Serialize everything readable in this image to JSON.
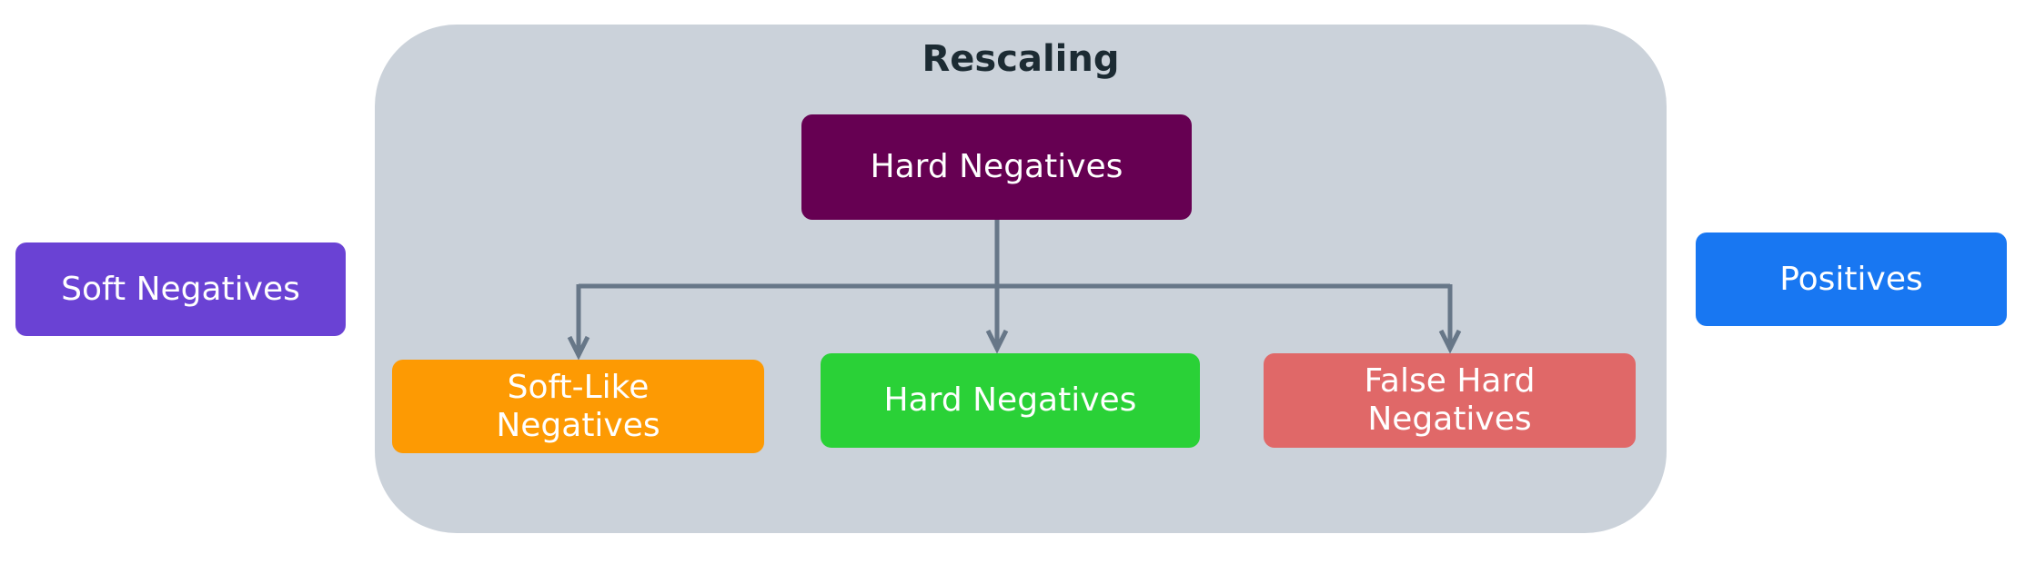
{
  "panel": {
    "title": "Rescaling"
  },
  "nodes": {
    "soft_negatives": {
      "label": "Soft Negatives",
      "color": "#6a42d4"
    },
    "positives": {
      "label": "Positives",
      "color": "#1877f2"
    },
    "hard_negatives_top": {
      "label": "Hard Negatives",
      "color": "#660052"
    },
    "soft_like_negatives": {
      "label": "Soft-Like\nNegatives",
      "color": "#fd9a03"
    },
    "hard_negatives_mid": {
      "label": "Hard Negatives",
      "color": "#2ad137"
    },
    "false_hard_negatives": {
      "label": "False Hard\nNegatives",
      "color": "#e06868"
    }
  },
  "colors": {
    "panel_bg": "#cbd2da",
    "connector": "#677788",
    "title_text": "#1c2b33"
  }
}
